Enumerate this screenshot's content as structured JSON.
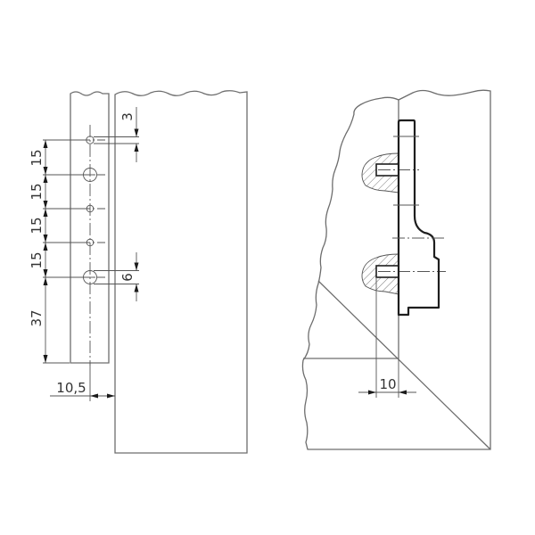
{
  "figure": {
    "type": "technical-drawing",
    "views": [
      {
        "name": "front-view",
        "dimensions": {
          "top_offset": "3",
          "hole_pitch_1": "15",
          "hole_pitch_2": "15",
          "hole_pitch_3": "15",
          "hole_pitch_4": "15",
          "bottom_offset": "37",
          "hole_diameter": "6",
          "edge_distance": "10,5"
        }
      },
      {
        "name": "side-section-view",
        "dimensions": {
          "screw_offset": "10"
        }
      }
    ]
  },
  "colors": {
    "line": "#6d6d6d",
    "bold_line": "#1e1e1e",
    "background": "#ffffff"
  }
}
